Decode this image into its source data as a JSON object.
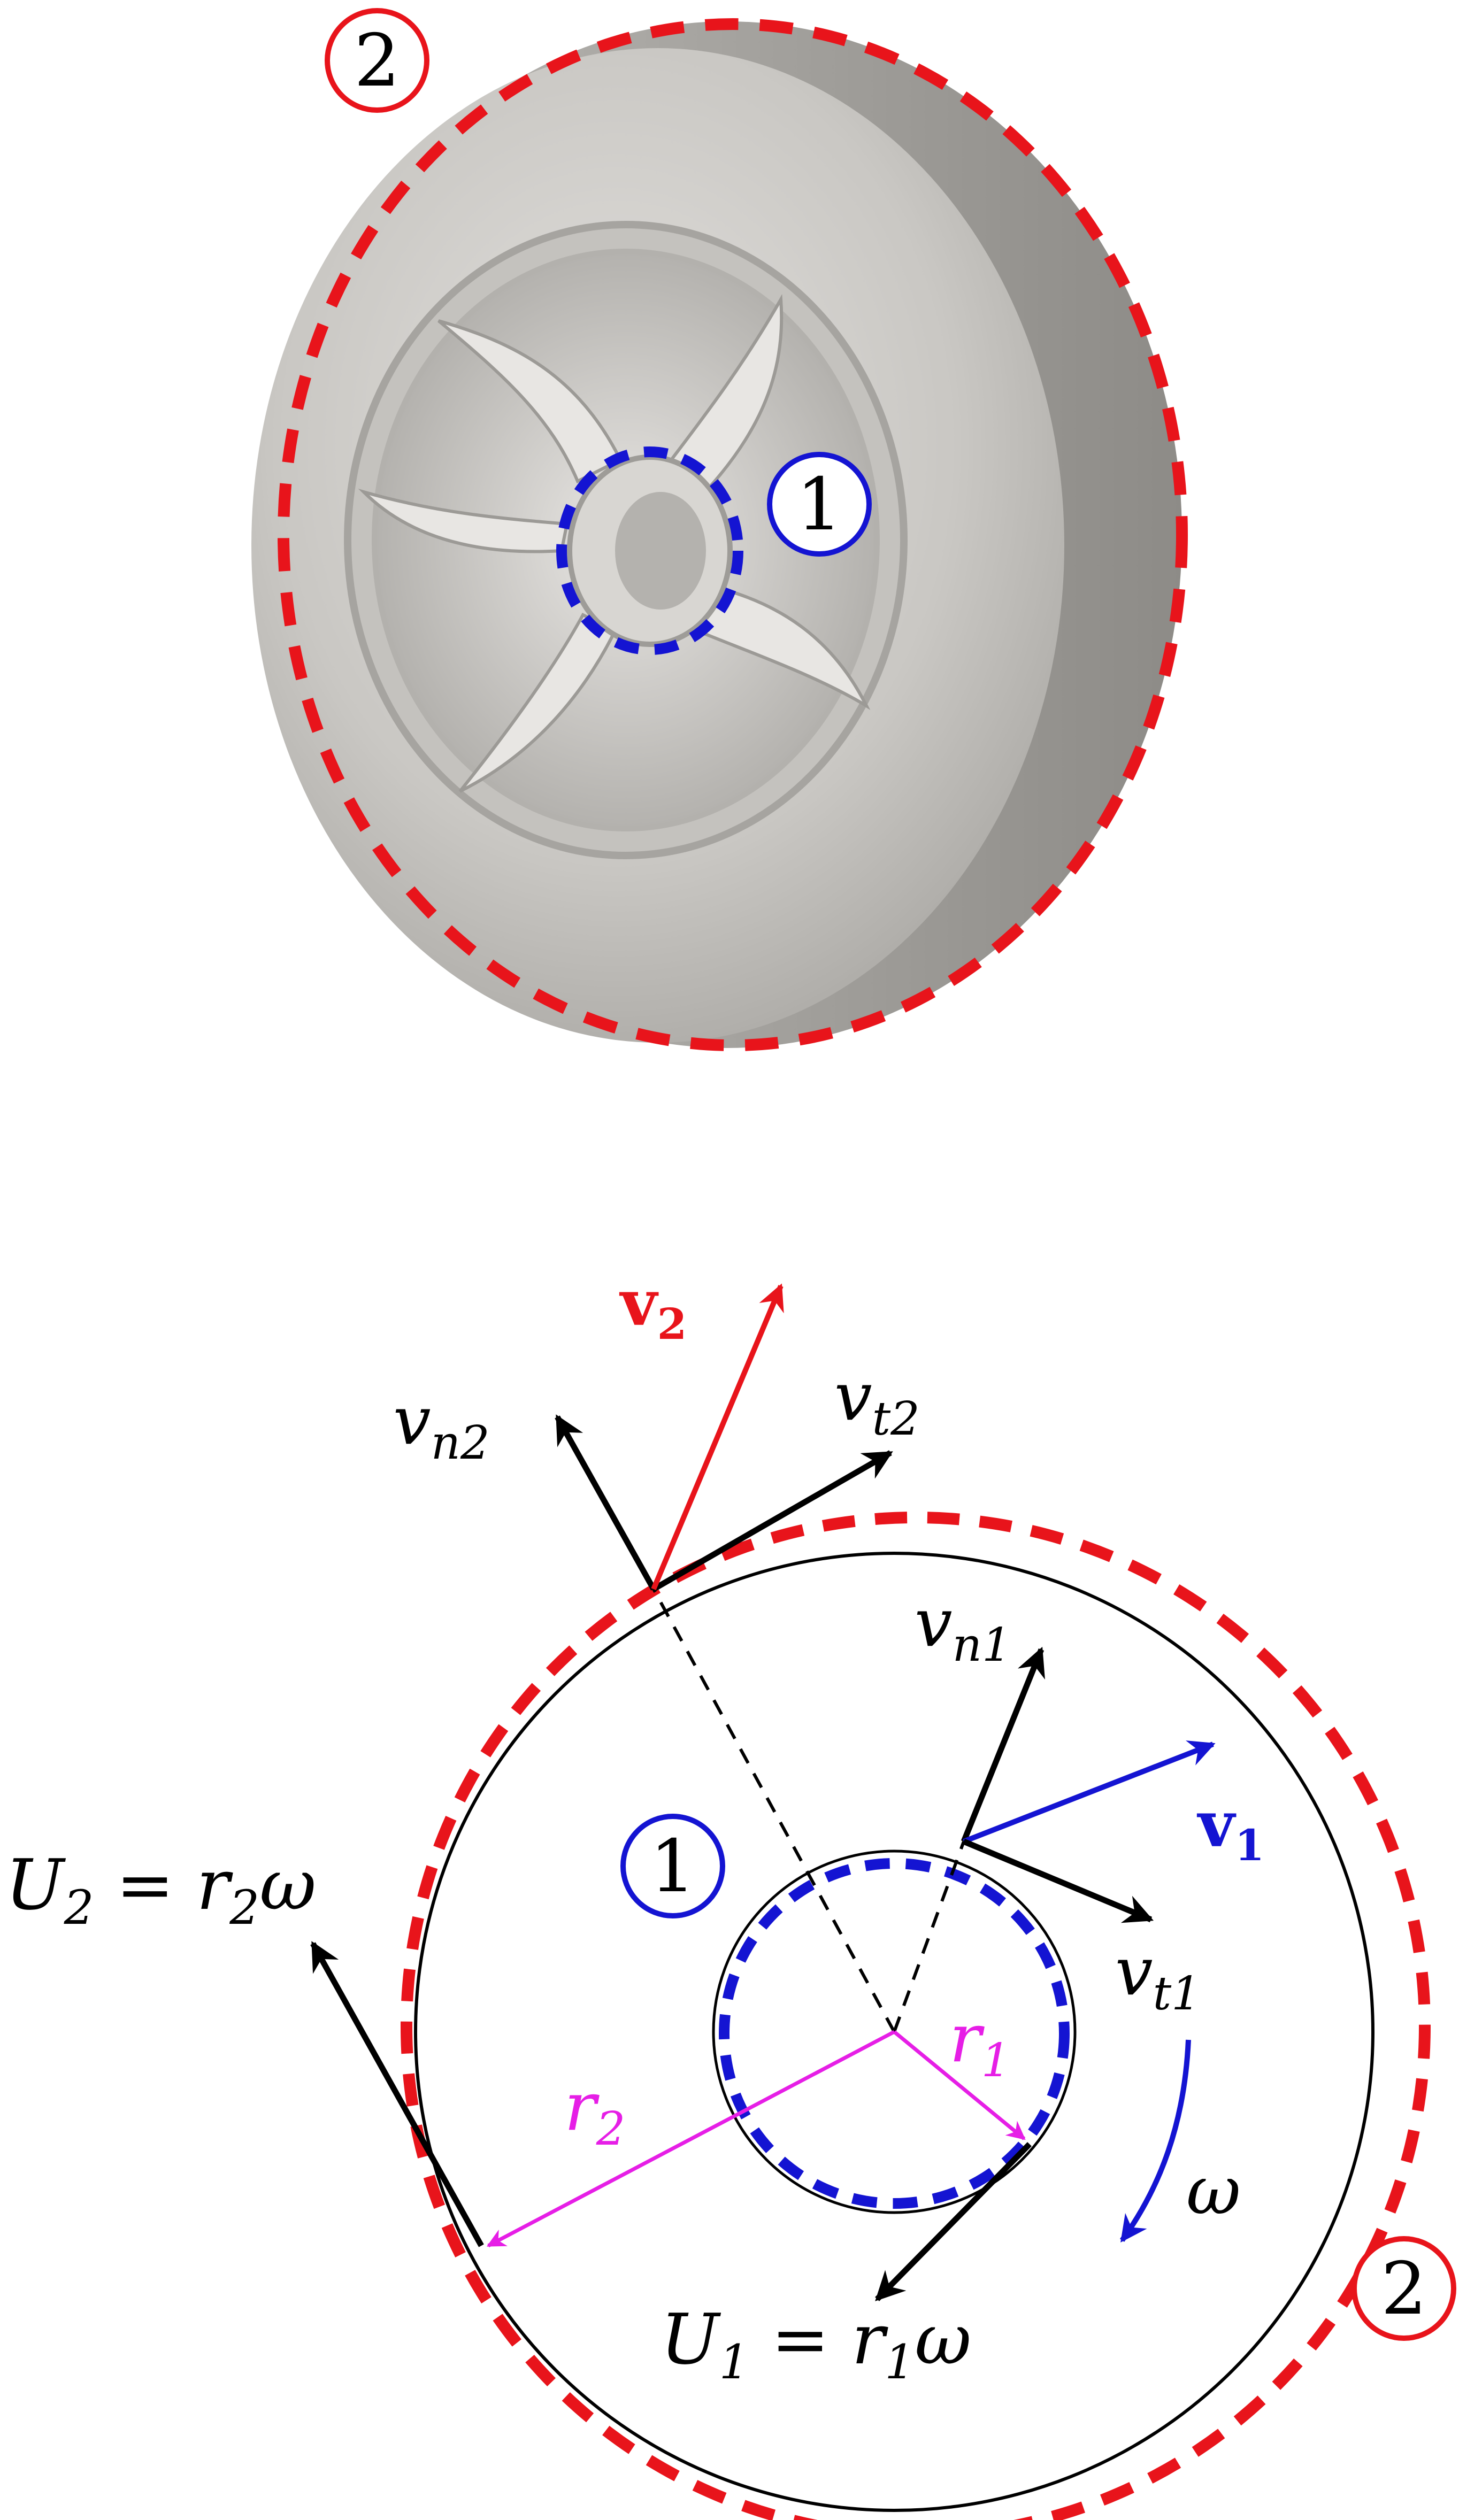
{
  "colors": {
    "red": "#e8141b",
    "blue": "#1414d2",
    "magenta": "#e61ee6",
    "black": "#000000",
    "metal_light": "#d6d4d1",
    "metal_mid": "#b9b7b3",
    "metal_dark": "#8f8d89"
  },
  "photo": {
    "outer_marker": "2",
    "inner_marker": "1"
  },
  "diagram": {
    "inlet_marker": "1",
    "outlet_marker": "2",
    "v2": {
      "base": "v",
      "sub": "2"
    },
    "vn2": {
      "base": "v",
      "sub": "n2"
    },
    "vt2": {
      "base": "v",
      "sub": "t2"
    },
    "vn1": {
      "base": "v",
      "sub": "n1"
    },
    "v1": {
      "base": "v",
      "sub": "1"
    },
    "vt1": {
      "base": "v",
      "sub": "t1"
    },
    "r1": {
      "base": "r",
      "sub": "1"
    },
    "r2": {
      "base": "r",
      "sub": "2"
    },
    "omega": "ω",
    "U2_eq": {
      "lhs": "U",
      "lhs_sub": "2",
      "eq": " = ",
      "rhs": "r",
      "rhs_sub": "2",
      "tail": "ω"
    },
    "U1_eq": {
      "lhs": "U",
      "lhs_sub": "1",
      "eq": " = ",
      "rhs": "r",
      "rhs_sub": "1",
      "tail": "ω"
    }
  }
}
